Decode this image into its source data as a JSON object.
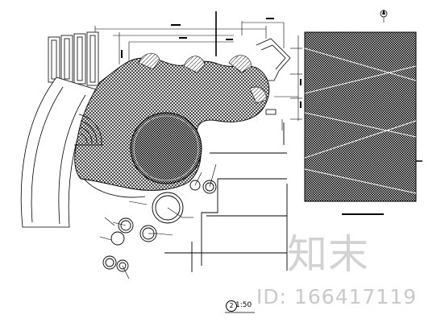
{
  "drawing": {
    "scale_number": "2",
    "scale_text": "1:50"
  },
  "watermark": {
    "logo_text": "知末",
    "id_text": "ID: 166417119"
  }
}
